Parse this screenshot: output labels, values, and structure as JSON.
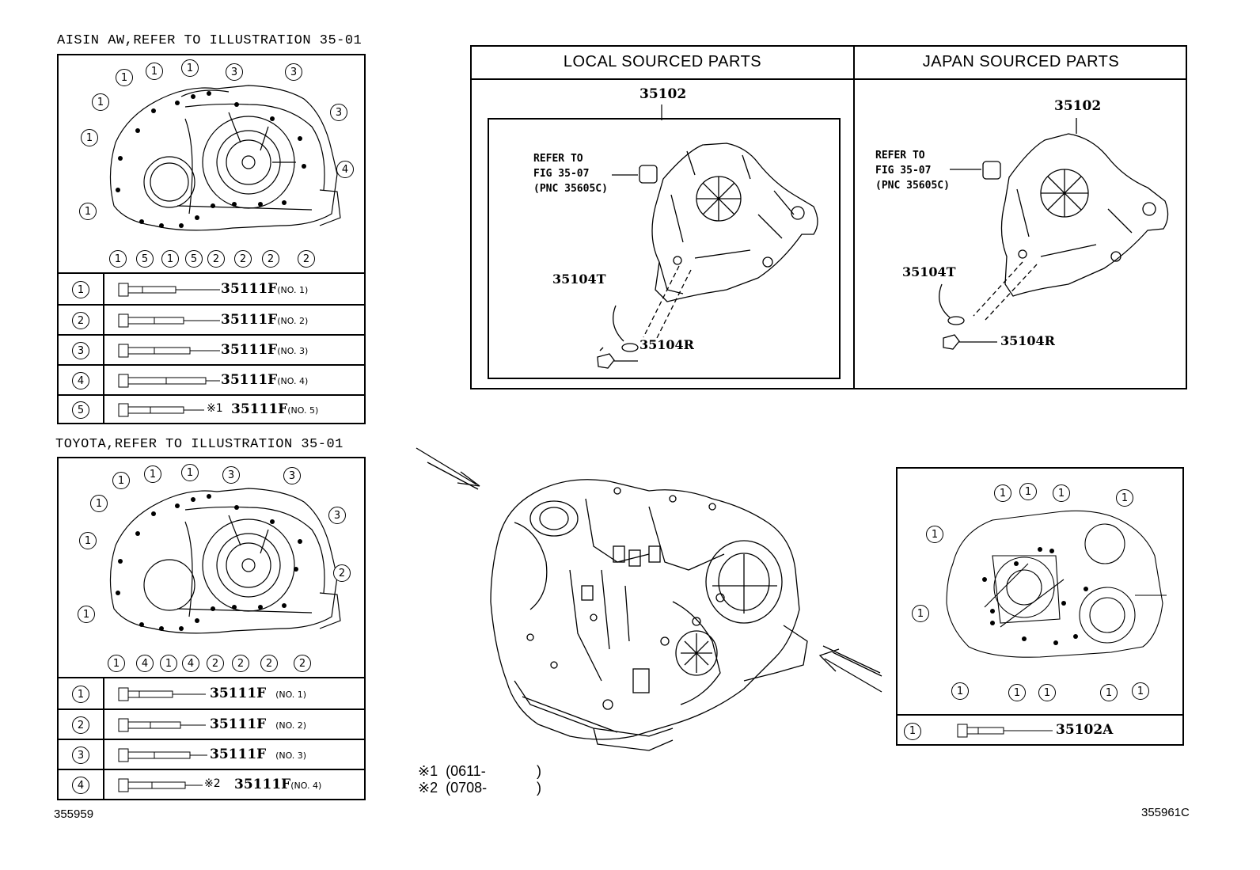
{
  "aisin": {
    "heading": "AISIN AW,REFER TO ILLUSTRATION 35-01",
    "callouts_top": [
      "1",
      "1",
      "1",
      "1",
      "3",
      "3",
      "3",
      "4",
      "1",
      "1"
    ],
    "callouts_bottom": [
      "1",
      "5",
      "1",
      "5",
      "2",
      "2",
      "2",
      "2"
    ],
    "legend": [
      {
        "num": "1",
        "part": "35111F",
        "note": "(NO. 1)",
        "mark": ""
      },
      {
        "num": "2",
        "part": "35111F",
        "note": "(NO. 2)",
        "mark": ""
      },
      {
        "num": "3",
        "part": "35111F",
        "note": "(NO. 3)",
        "mark": ""
      },
      {
        "num": "4",
        "part": "35111F",
        "note": "(NO. 4)",
        "mark": ""
      },
      {
        "num": "5",
        "part": "35111F",
        "note": "(NO. 5)",
        "mark": "※1"
      }
    ]
  },
  "toyota": {
    "heading": "TOYOTA,REFER TO ILLUSTRATION 35-01",
    "callouts_top": [
      "1",
      "1",
      "1",
      "1",
      "3",
      "3",
      "3",
      "2",
      "1",
      "1"
    ],
    "callouts_bottom": [
      "1",
      "4",
      "1",
      "4",
      "2",
      "2",
      "2",
      "2"
    ],
    "legend": [
      {
        "num": "1",
        "part": "35111F",
        "note": "(NO. 1)",
        "mark": ""
      },
      {
        "num": "2",
        "part": "35111F",
        "note": "(NO. 2)",
        "mark": ""
      },
      {
        "num": "3",
        "part": "35111F",
        "note": "(NO. 3)",
        "mark": ""
      },
      {
        "num": "4",
        "part": "35111F",
        "note": "(NO. 4)",
        "mark": "※2"
      }
    ]
  },
  "sourced": {
    "local_header": "LOCAL SOURCED PARTS",
    "japan_header": "JAPAN SOURCED PARTS",
    "local": {
      "assembly": "35102",
      "refer_line1": "REFER TO",
      "refer_line2": "FIG 35-07",
      "refer_line3": "(PNC 35605C)",
      "gasket": "35104T",
      "plug": "35104R"
    },
    "japan": {
      "assembly": "35102",
      "refer_line1": "REFER TO",
      "refer_line2": "FIG 35-07",
      "refer_line3": "(PNC 35605C)",
      "gasket": "35104T",
      "plug": "35104R"
    }
  },
  "right_view": {
    "callouts": [
      "1",
      "1",
      "1",
      "1",
      "1",
      "1",
      "1",
      "1",
      "1",
      "1",
      "1"
    ],
    "legend": {
      "num": "1",
      "part": "35102A"
    }
  },
  "notes": [
    {
      "mark": "※1",
      "range": "(0611-",
      "close": ")"
    },
    {
      "mark": "※2",
      "range": "(0708-",
      "close": ")"
    }
  ],
  "codes": {
    "left": "355959",
    "right": "355961C"
  }
}
